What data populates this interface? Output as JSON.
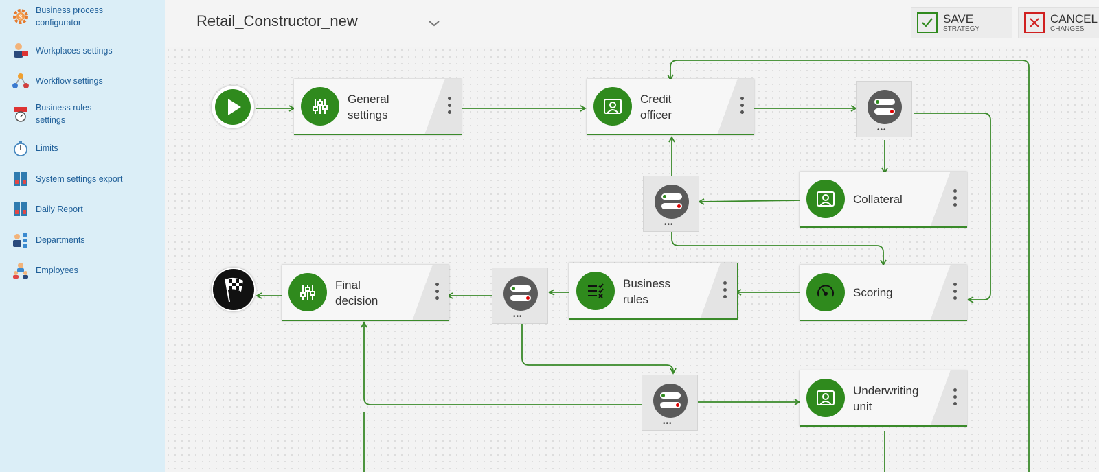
{
  "sidebar": {
    "items": [
      {
        "label": "Business process configurator",
        "icon": "gear-icon"
      },
      {
        "label": "Workplaces settings",
        "icon": "workplace-icon"
      },
      {
        "label": "Workflow settings",
        "icon": "workflow-icon"
      },
      {
        "label": "Business rules settings",
        "icon": "business-rules-icon"
      },
      {
        "label": "Limits",
        "icon": "stopwatch-icon"
      },
      {
        "label": "System settings export",
        "icon": "export-icon"
      },
      {
        "label": "Daily Report",
        "icon": "report-icon"
      },
      {
        "label": "Departments",
        "icon": "departments-icon"
      },
      {
        "label": "Employees",
        "icon": "employees-icon"
      }
    ]
  },
  "header": {
    "title": "Retail_Constructor_new",
    "save": {
      "main": "SAVE",
      "sub": "STRATEGY"
    },
    "cancel": {
      "main": "CANCEL",
      "sub": "CHANGES"
    }
  },
  "nodes": {
    "general_settings": {
      "label1": "General",
      "label2": "settings",
      "icon": "sliders-icon"
    },
    "credit_officer": {
      "label1": "Credit",
      "label2": "officer",
      "icon": "person-frame-icon"
    },
    "collateral": {
      "label1": "Collateral",
      "icon": "person-frame-icon"
    },
    "scoring": {
      "label1": "Scoring",
      "icon": "gauge-icon"
    },
    "business_rules": {
      "label1": "Business",
      "label2": "rules",
      "icon": "checklist-icon"
    },
    "final_decision": {
      "label1": "Final",
      "label2": "decision",
      "icon": "sliders-icon"
    },
    "underwriting_unit": {
      "label1": "Underwriting",
      "label2": "unit",
      "icon": "person-frame-icon"
    }
  },
  "colors": {
    "accent": "#2f8a1d",
    "sidebar_bg": "#dbeef7",
    "link": "#1f5f99",
    "cancel": "#d02020"
  }
}
